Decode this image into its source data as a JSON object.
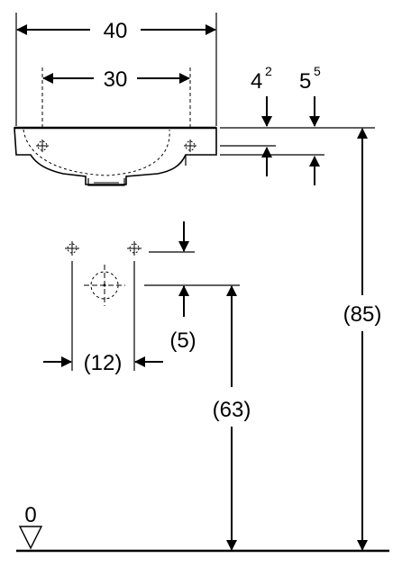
{
  "drawing": {
    "dimensions": {
      "width_overall": "40",
      "fixing_distance": "30",
      "dim_4_2": {
        "base": "4",
        "sup": "2"
      },
      "dim_5_5": {
        "base": "5",
        "sup": "5"
      },
      "height_total": "(85)",
      "height_waste": "(63)",
      "waste_offset": "(5)",
      "waste_spacing": "(12)"
    },
    "floor_label": "0"
  },
  "colors": {
    "line": "#000000",
    "background": "#ffffff"
  }
}
